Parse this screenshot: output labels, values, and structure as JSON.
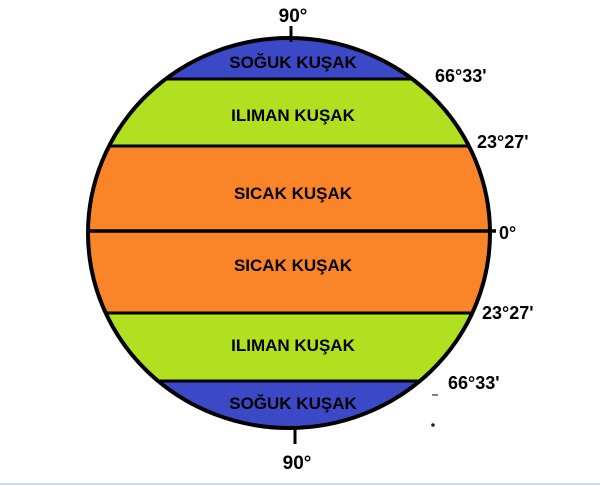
{
  "diagram": {
    "description": "Earth climate zones diagram (Turkish)",
    "pole_labels": {
      "top": "90°",
      "bottom": "90°"
    },
    "latitude_labels": {
      "north_polar_circle": "66°33'",
      "north_tropic": "23°27'",
      "equator": "0°",
      "south_tropic": "23°27'",
      "south_polar_circle": "66°33'"
    },
    "zone_labels": {
      "north_cold": "SOĞUK KUŞAK",
      "north_temperate": "ILIMAN KUŞAK",
      "north_hot": "SICAK KUŞAK",
      "south_hot": "SICAK KUŞAK",
      "south_temperate": "ILIMAN KUŞAK",
      "south_cold": "SOĞUK KUŞAK"
    },
    "colors": {
      "cold_zone": "#3c49c6",
      "temperate_zone": "#b1e021",
      "hot_zone": "#fa8428",
      "outline": "#000000",
      "bottom_border": "#cdd9ec"
    }
  }
}
